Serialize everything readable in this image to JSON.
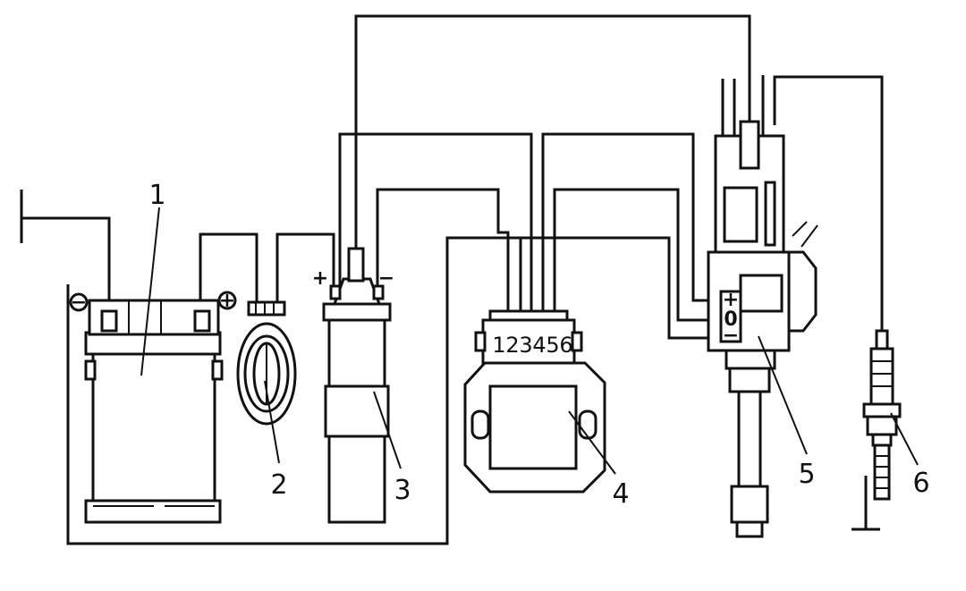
{
  "labels": {
    "battery": "1",
    "switch": "2",
    "coil": "3",
    "module": "4",
    "distributor": "5",
    "spark_plug": "6"
  },
  "terminals": {
    "battery_negative": "−",
    "battery_positive": "+",
    "coil_positive": "+",
    "coil_negative": "−",
    "distributor_plus": "+",
    "distributor_zero": "0",
    "distributor_minus": "−"
  },
  "module_pins": [
    "1",
    "2",
    "3",
    "4",
    "5",
    "6"
  ],
  "colors": {
    "line": "#111111",
    "background": "#ffffff"
  }
}
